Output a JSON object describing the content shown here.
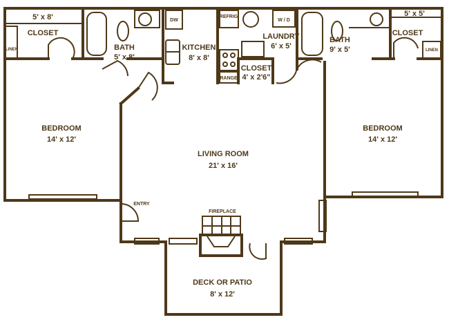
{
  "rooms": {
    "closet_left": {
      "label": "CLOSET",
      "size": "5' x 8'"
    },
    "linen_left": {
      "label": "LINEN"
    },
    "bath_left": {
      "label": "BATH",
      "size": "5' x 8'"
    },
    "dw": {
      "label": "DW"
    },
    "kitchen": {
      "label": "KITCHEN",
      "size": "8' x 8'"
    },
    "refrig": {
      "label": "REFRIG"
    },
    "range": {
      "label": "RANGE"
    },
    "closet_mid": {
      "label": "CLOSET",
      "size": "4' x 2'6\""
    },
    "wd": {
      "label": "W / D"
    },
    "laundry": {
      "label": "LAUNDRY",
      "size": "6' x 5'"
    },
    "bath_right": {
      "label": "BATH",
      "size": "9' x 5'"
    },
    "closet_right": {
      "label": "CLOSET",
      "size": "5' x 5'"
    },
    "linen_right": {
      "label": "LINEN"
    },
    "bedroom_left": {
      "label": "BEDROOM",
      "size": "14' x 12'"
    },
    "living": {
      "label": "LIVING ROOM",
      "size": "21' x 16'"
    },
    "bedroom_right": {
      "label": "BEDROOM",
      "size": "14' x 12'"
    },
    "entry": {
      "label": "ENTRY"
    },
    "fireplace": {
      "label": "FIREPLACE"
    },
    "patio": {
      "label": "DECK OR PATIO",
      "size": "8' x 12'"
    }
  },
  "colors": {
    "wall": "#4e3818",
    "background": "#ffffff"
  }
}
